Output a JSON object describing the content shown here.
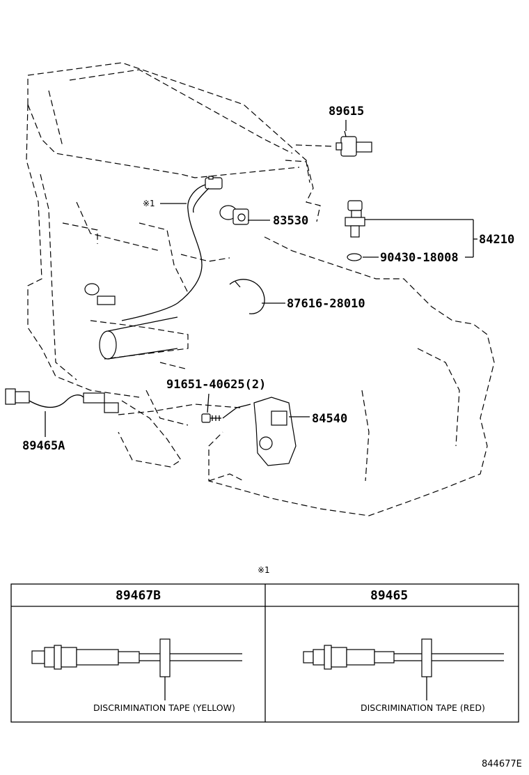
{
  "callouts": {
    "p89615": "89615",
    "note1_top": "※1",
    "p83530": "83530",
    "p84210": "84210",
    "p90430": "90430-18008",
    "p87616": "87616-28010",
    "p91651": "91651-40625(2)",
    "p84540": "84540",
    "p89465A": "89465A"
  },
  "table": {
    "note_marker": "※1",
    "columns": [
      {
        "header": "89467B",
        "tape_label": "DISCRIMINATION TAPE (YELLOW)"
      },
      {
        "header": "89465",
        "tape_label": "DISCRIMINATION TAPE (RED)"
      }
    ]
  },
  "figure_code": "844677E"
}
